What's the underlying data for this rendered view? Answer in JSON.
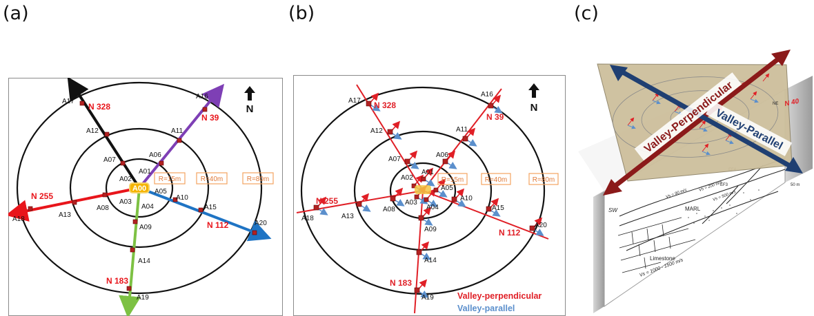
{
  "panel_labels": [
    "(a)",
    "(b)",
    "(c)"
  ],
  "north_label": "N",
  "radius_labels": [
    "R=15m",
    "R=40m",
    "R=80m"
  ],
  "center_label": "A00",
  "stations": [
    "A01",
    "A02",
    "A03",
    "A04",
    "A05",
    "A06",
    "A07",
    "A08",
    "A09",
    "A10",
    "A11",
    "A12",
    "A13",
    "A14",
    "A15",
    "A16",
    "A17",
    "A18",
    "A19",
    "A20"
  ],
  "azimuths": [
    "N 328",
    "N 39",
    "N 255",
    "N 112",
    "N 183"
  ],
  "panel_a_colors": {
    "n328": "#111111",
    "n39": "#7e3fb5",
    "n255": "#e8151b",
    "n112": "#1f74c4",
    "n183": "#7dc143"
  },
  "legend": {
    "perpendicular": "Valley-perpendicular",
    "parallel": "Valley-parallel"
  },
  "legend_colors": {
    "perpendicular": "#e01f26",
    "parallel": "#5b8fcc"
  },
  "panel_c": {
    "perp_label": "Valley-Perpendicular",
    "parallel_label": "Valley-Parallel",
    "azimuth_label": "N 40",
    "ne": "NE",
    "sw": "SW",
    "marl": "MARL",
    "limestone": "Limestone",
    "vs_limestone": "Vs = 1000 - 1500 m/s",
    "vs1": "Vs = 90 m/s",
    "vs2": "Vs = 200 m/s",
    "vs3": "Vs = 500 m/s",
    "ef4": "EF4",
    "ef3": "EF3",
    "depth": "50 m"
  }
}
